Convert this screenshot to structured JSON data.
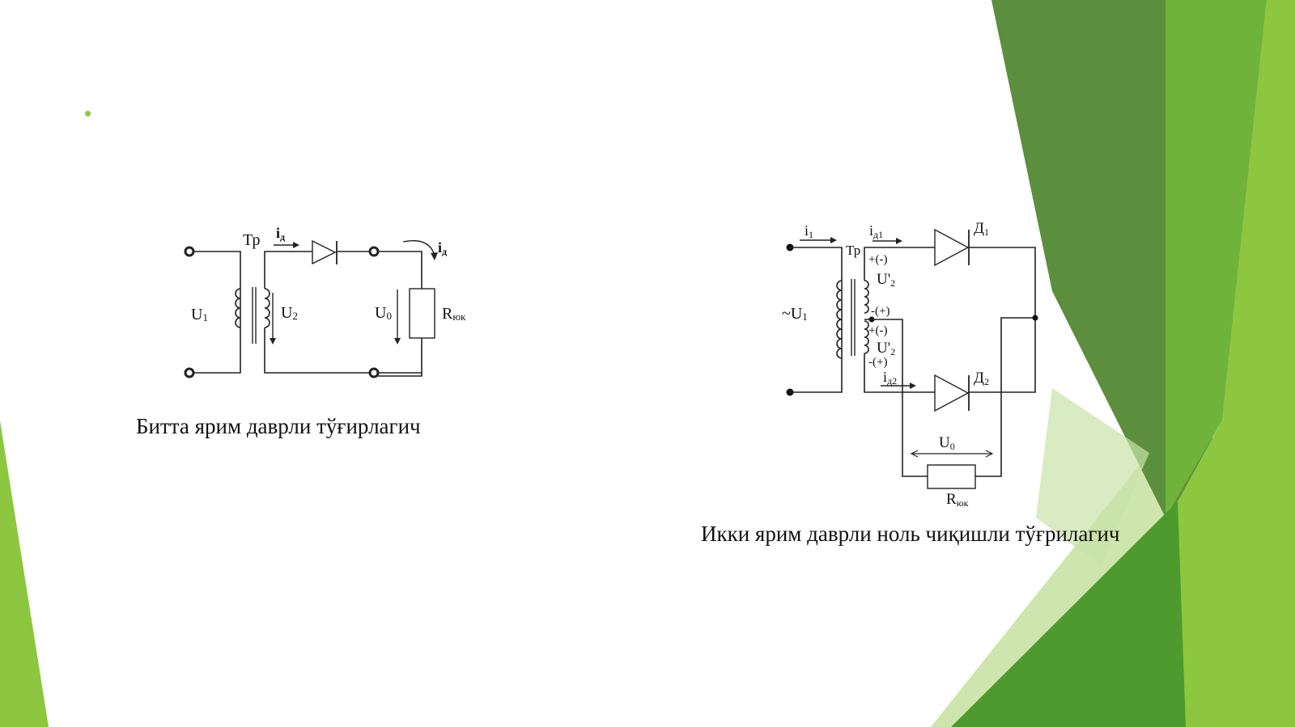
{
  "slide": {
    "accent_colors": [
      "#8dc63f",
      "#6fa83a",
      "#4e8a2c",
      "#5b8f3e"
    ],
    "caption_left": "Битта ярим даврли тўғирлагич",
    "caption_right": "Икки ярим даврли ноль чиқишли тўғрилагич"
  },
  "circuit_half_wave": {
    "transformer": "Тр",
    "current": "i",
    "current_sub": "д",
    "u1": "U",
    "u1_sub": "1",
    "u2": "U",
    "u2_sub": "2",
    "u0": "U",
    "u0_sub": "0",
    "load": "R",
    "load_sub": "юк"
  },
  "circuit_full_wave": {
    "transformer": "Тр",
    "i1": "i",
    "i1_sub": "1",
    "id1": "i",
    "id1_sub": "д1",
    "id2": "i",
    "id2_sub": "д2",
    "u1": "~U",
    "u1_sub": "1",
    "u2a": "U'",
    "u2a_sub": "2",
    "u2b": "U'",
    "u2b_sub": "2",
    "pol_top_a": "+(-)",
    "pol_top_b": "-(+)",
    "pol_bot_a": "+(-)",
    "pol_bot_b": "-(+)",
    "d1": "Д",
    "d1_sub": "1",
    "d2": "Д",
    "d2_sub": "2",
    "u0": "U",
    "u0_sub": "0",
    "load": "R",
    "load_sub": "юк"
  }
}
